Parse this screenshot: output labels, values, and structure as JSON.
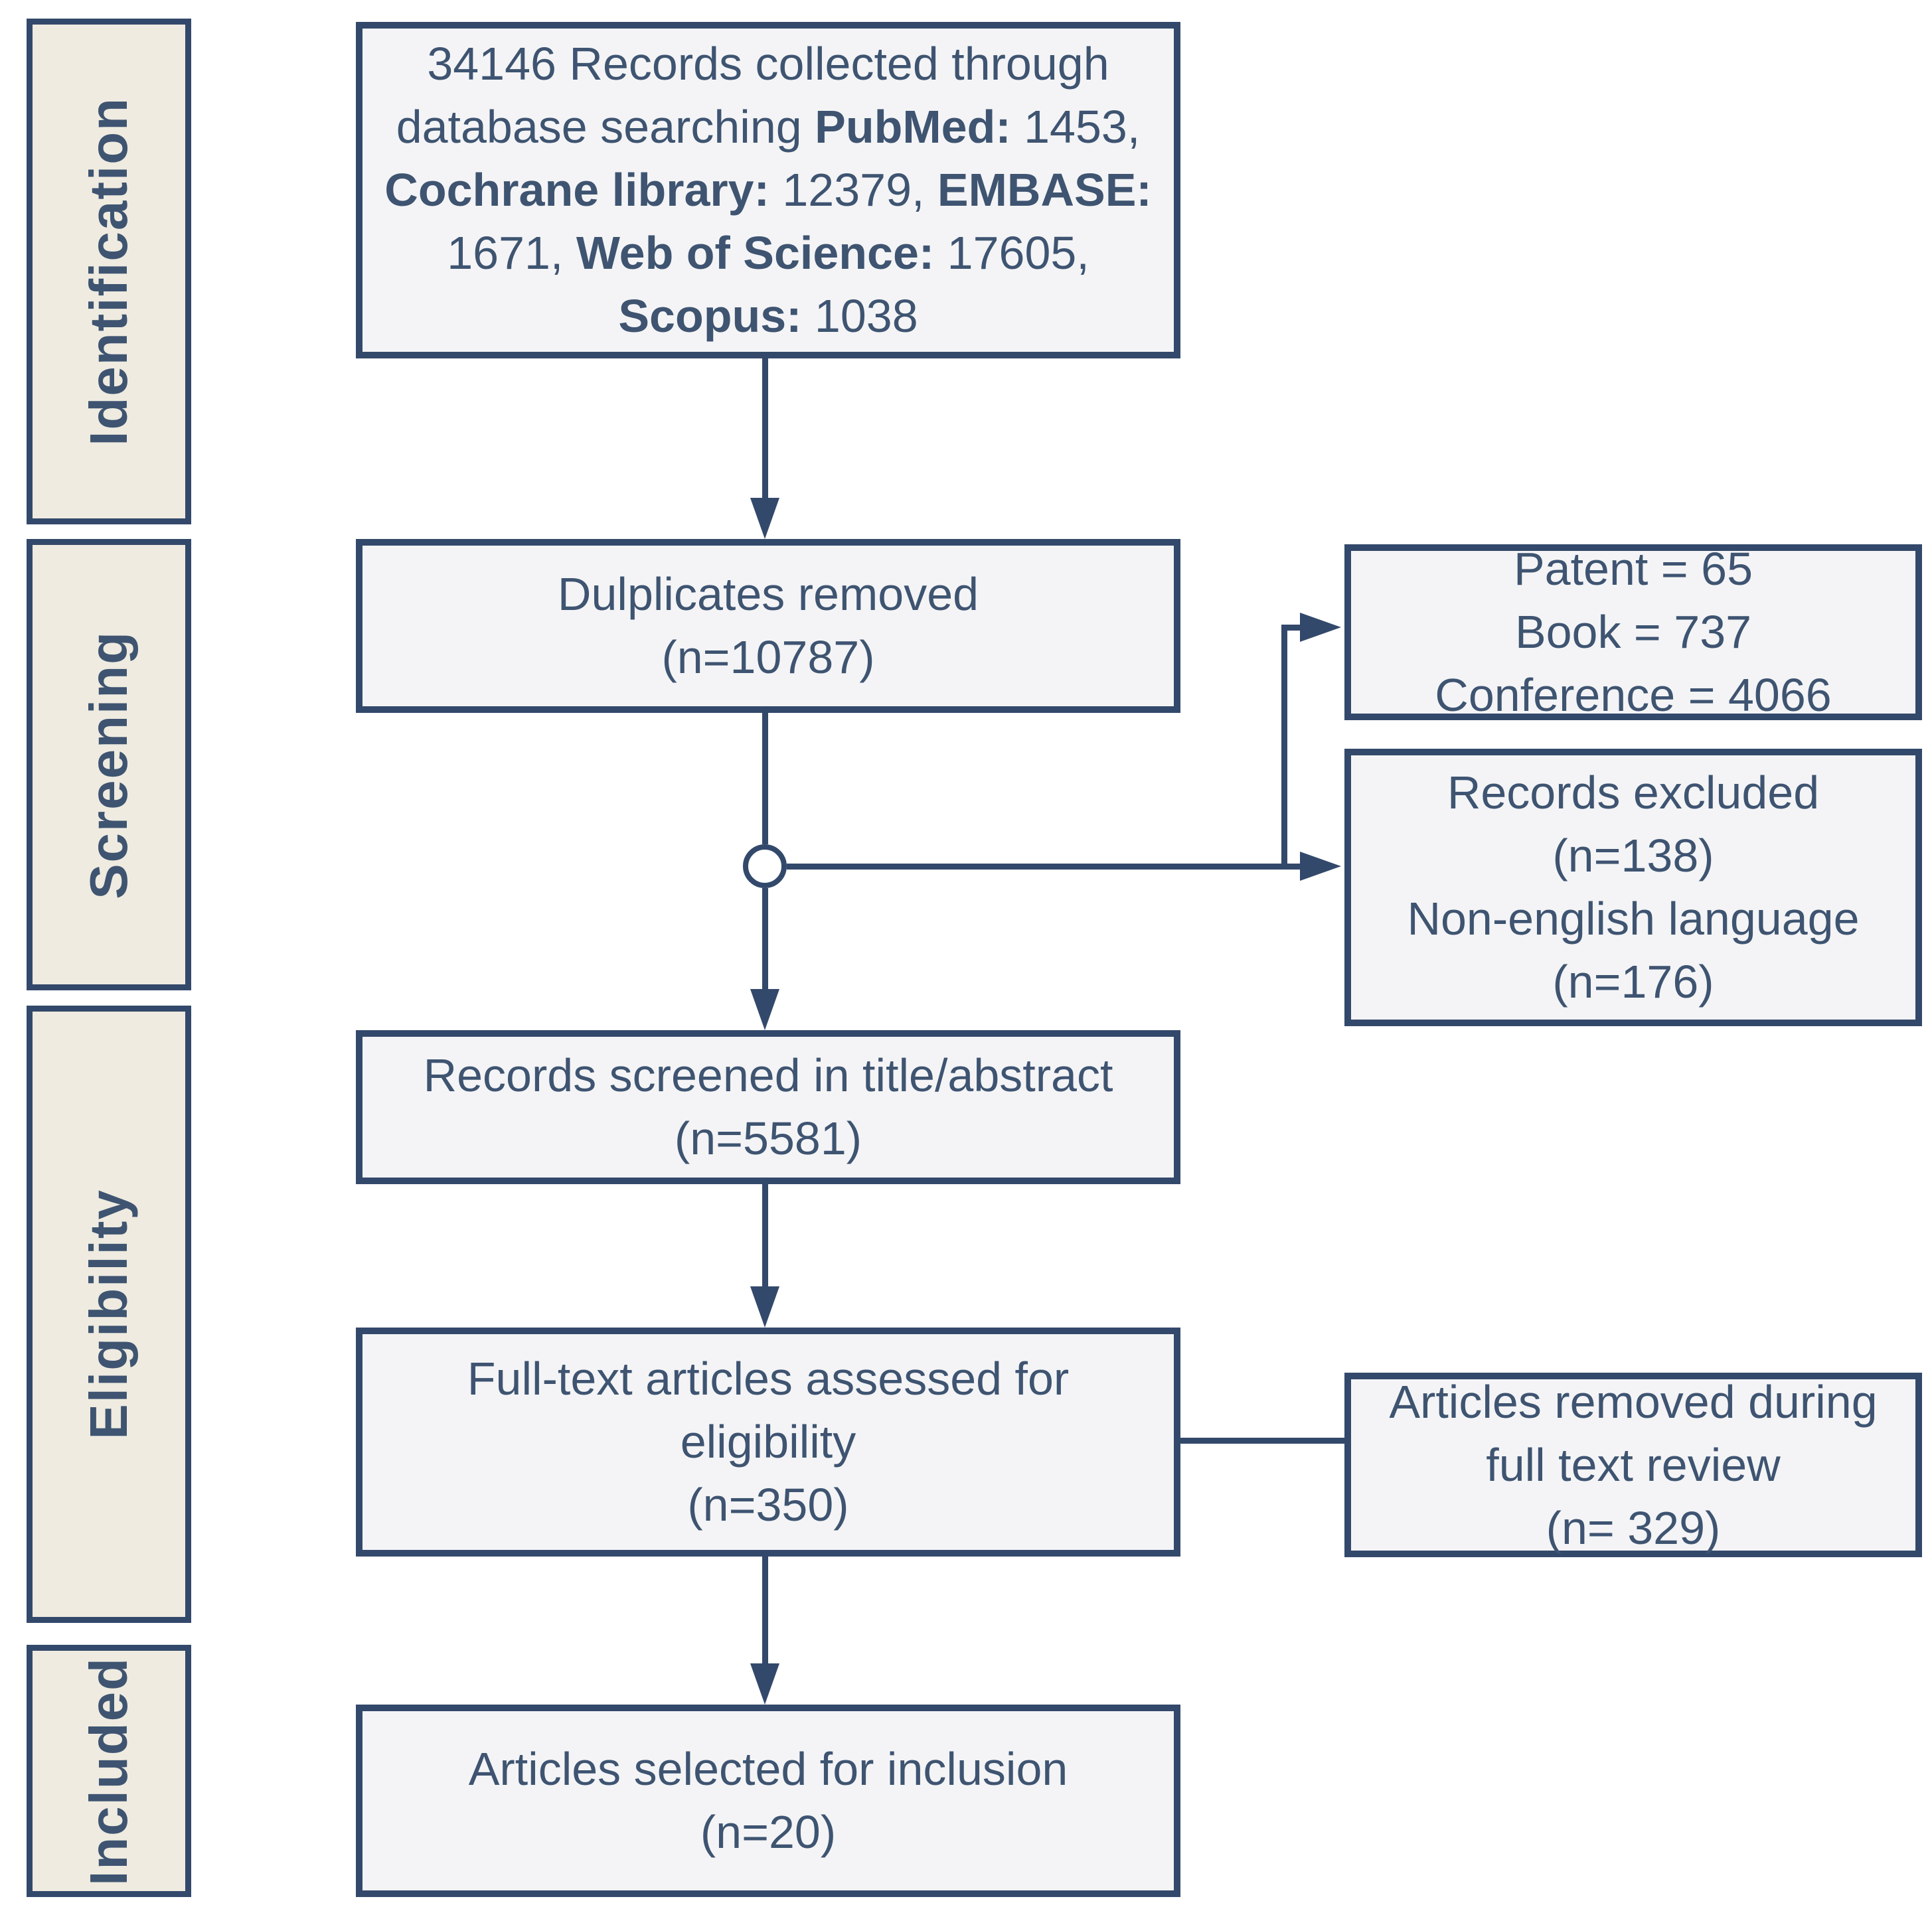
{
  "diagram": {
    "title": "PRISMA article selection flow diagram",
    "colors": {
      "line": "#33496b",
      "text": "#3e5471",
      "box_fill": "#f4f4f6",
      "label_fill": "#efebe0",
      "background": "#ffffff"
    },
    "stages": [
      {
        "label": "Identification"
      },
      {
        "label": "Screening"
      },
      {
        "label": "Eligibility"
      },
      {
        "label": "Included"
      }
    ],
    "boxes": {
      "collected": {
        "segments": [
          {
            "t": "34146 Records collected through\ndatabase searching ",
            "b": false
          },
          {
            "t": "PubMed:",
            "b": true
          },
          {
            "t": " 1453,\n",
            "b": false
          },
          {
            "t": "Cochrane library:",
            "b": true
          },
          {
            "t": " 12379, ",
            "b": false
          },
          {
            "t": "EMBASE:",
            "b": true
          },
          {
            "t": "\n1671, ",
            "b": false
          },
          {
            "t": "Web of Science:",
            "b": true
          },
          {
            "t": " 17605,\n",
            "b": false
          },
          {
            "t": "Scopus:",
            "b": true
          },
          {
            "t": " 1038",
            "b": false
          }
        ]
      },
      "duplicates": {
        "text": "Dulplicates removed\n(n=10787)"
      },
      "patent": {
        "text": "Patent = 65\nBook = 737\nConference = 4066"
      },
      "excluded": {
        "text": "Records excluded\n(n=138)\nNon-english language\n(n=176)"
      },
      "screened": {
        "text": "Records screened in title/abstract\n(n=5581)"
      },
      "fulltext": {
        "text": "Full-text articles assessed for\neligibility\n(n=350)"
      },
      "removed": {
        "text": "Articles removed during\nfull text review\n(n= 329)"
      },
      "included": {
        "text": "Articles selected for inclusion\n(n=20)"
      }
    }
  }
}
